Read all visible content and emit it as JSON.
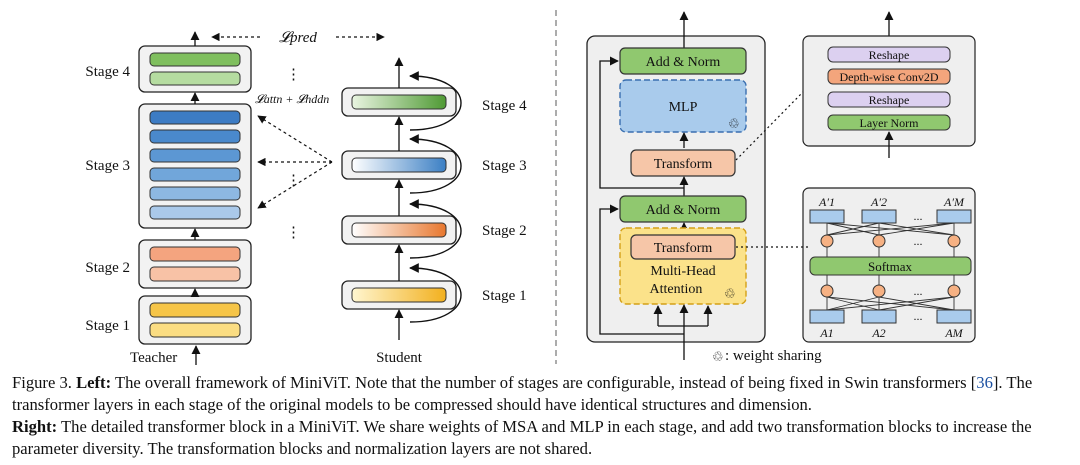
{
  "figure": {
    "left": {
      "teacher_label": "Teacher",
      "student_label": "Student",
      "teacher_stages": [
        "Stage 1",
        "Stage 2",
        "Stage 3",
        "Stage 4"
      ],
      "student_stages": [
        "Stage 1",
        "Stage 2",
        "Stage 3",
        "Stage 4"
      ],
      "loss_pred": "𝓛pred",
      "loss_attn_hddn": "𝓛attn + 𝓛hddn",
      "ellipsis": "⋮"
    },
    "right": {
      "add_norm_top": "Add & Norm",
      "mlp": "MLP",
      "transform_top": "Transform",
      "add_norm_bottom": "Add & Norm",
      "transform_bottom": "Transform",
      "mha": [
        "Multi-Head",
        "Attention"
      ],
      "dwconv": {
        "reshape_top": "Reshape",
        "conv": "Depth-wise Conv2D",
        "reshape_bottom": "Reshape",
        "layer_norm": "Layer Norm"
      },
      "attn_transform": {
        "top_labels": [
          "A′1",
          "A′2",
          "A′M"
        ],
        "bottom_labels": [
          "A1",
          "A2",
          "AM"
        ],
        "softmax": "Softmax",
        "dots": "..."
      },
      "legend": ": weight sharing"
    }
  },
  "caption": {
    "figure_no": "Figure 3.",
    "left_bold": "Left:",
    "left_text_a": "The overall framework of MiniViT. Note that the number of stages are configurable, instead of being fixed in Swin transformers [",
    "ref": "36",
    "left_text_b": "]. The transformer layers in each stage of the original models to be compressed should have identical structures and dimension.",
    "right_bold": "Right:",
    "right_text": "The detailed transformer block in a MiniViT. We share weights of MSA and MLP in each stage, and add two transformation blocks to increase the parameter diversity. The transformation blocks and normalization layers are not shared."
  },
  "colors": {
    "yellow": "#f9d168",
    "orange": "#f4a582",
    "blue": "#6aa7dc",
    "green": "#90c86f",
    "gray_bg": "#f0f0f0",
    "dashed_yellow": "#fbe28a",
    "dashed_blue": "#a9cbec",
    "purple": "#dcd0f0",
    "node_orange": "#f6b183"
  }
}
